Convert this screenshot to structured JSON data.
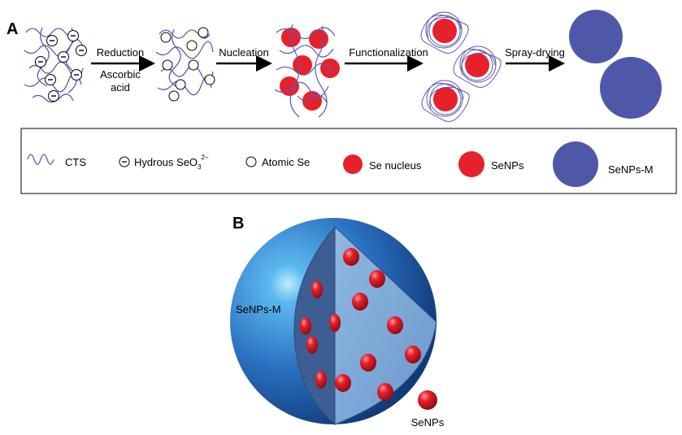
{
  "panel_a": {
    "label": "A",
    "steps": [
      {
        "name": "reduction",
        "label": "Reduction",
        "sublabel_1": "Ascorbic",
        "sublabel_2": "acid"
      },
      {
        "name": "nucleation",
        "label": "Nucleation"
      },
      {
        "name": "functionalization",
        "label": "Functionalization"
      },
      {
        "name": "spray-drying",
        "label": "Spray-drying"
      }
    ],
    "ion_charge_symbol": "−"
  },
  "legend": {
    "cts": "CTS",
    "hydrous_prefix": "Hydrous SeO",
    "hydrous_sub": "3",
    "hydrous_sup": "2−",
    "atomic_se": "Atomic Se",
    "se_nucleus": "Se nucleus",
    "senps": "SeNPs",
    "senps_m": "SeNPs-M"
  },
  "panel_b": {
    "label": "B",
    "microsphere_label": "SeNPs-M",
    "particle_label": "SeNPs"
  },
  "colors": {
    "polymer_chain": "#5a5ab4",
    "se_red": "#e8202a",
    "microsphere_blue": "#4f58a8",
    "sphere_blue": "#2a6fc0",
    "cut_face": "#7aa6d6"
  }
}
